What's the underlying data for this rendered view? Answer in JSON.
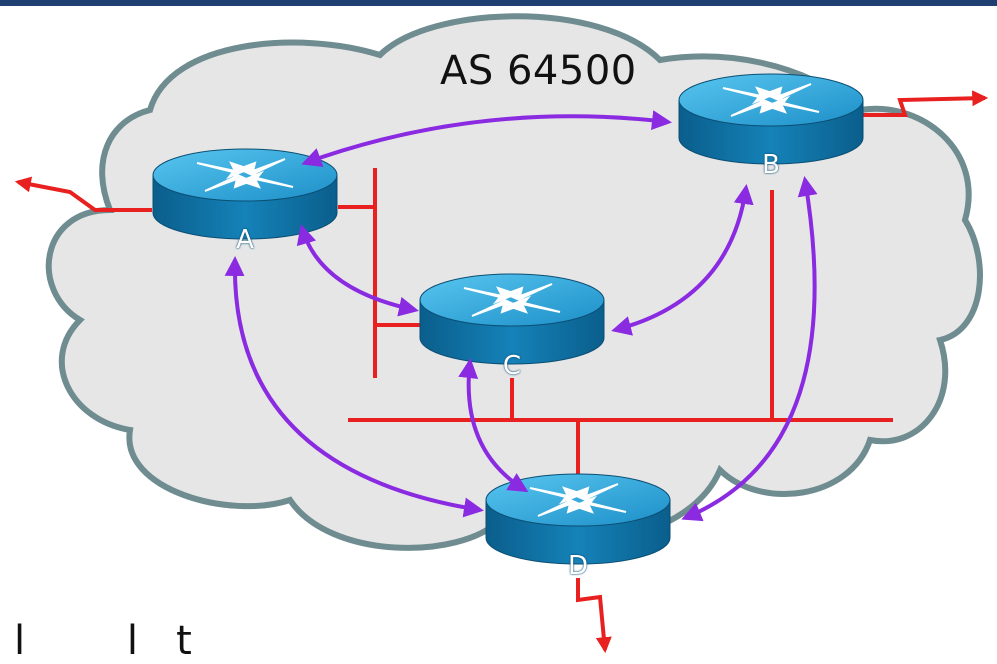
{
  "diagram": {
    "title": "AS 64500",
    "routers": [
      {
        "id": "A",
        "label": "A"
      },
      {
        "id": "B",
        "label": "B"
      },
      {
        "id": "C",
        "label": "C"
      },
      {
        "id": "D",
        "label": "D"
      }
    ],
    "ibgp_sessions": [
      [
        "A",
        "B"
      ],
      [
        "A",
        "C"
      ],
      [
        "A",
        "D"
      ],
      [
        "B",
        "C"
      ],
      [
        "B",
        "D"
      ],
      [
        "C",
        "D"
      ]
    ],
    "external_links": [
      "A",
      "B",
      "D"
    ],
    "caption_fragment": "l        l   t"
  },
  "colors": {
    "top_bar": "#1f3f73",
    "cloud_fill": "#e6e6e6",
    "cloud_stroke": "#6f8c90",
    "link": "#e82020",
    "session": "#8a2be2",
    "router_top": "#38b0e3",
    "router_side": "#0e6c9e"
  }
}
